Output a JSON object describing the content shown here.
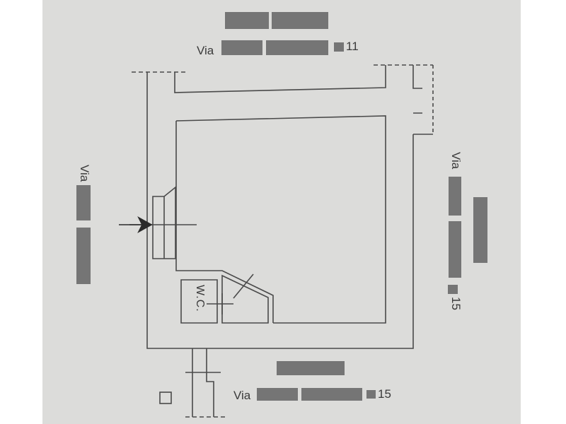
{
  "labels": {
    "street_word": "Via",
    "top_street_number": "11",
    "right_street_number": "15",
    "bottom_street_number": "15",
    "wc": "W.C."
  },
  "colors": {
    "paper": "#dcdcda",
    "line": "#4a4a4a",
    "redaction": "#757575"
  }
}
